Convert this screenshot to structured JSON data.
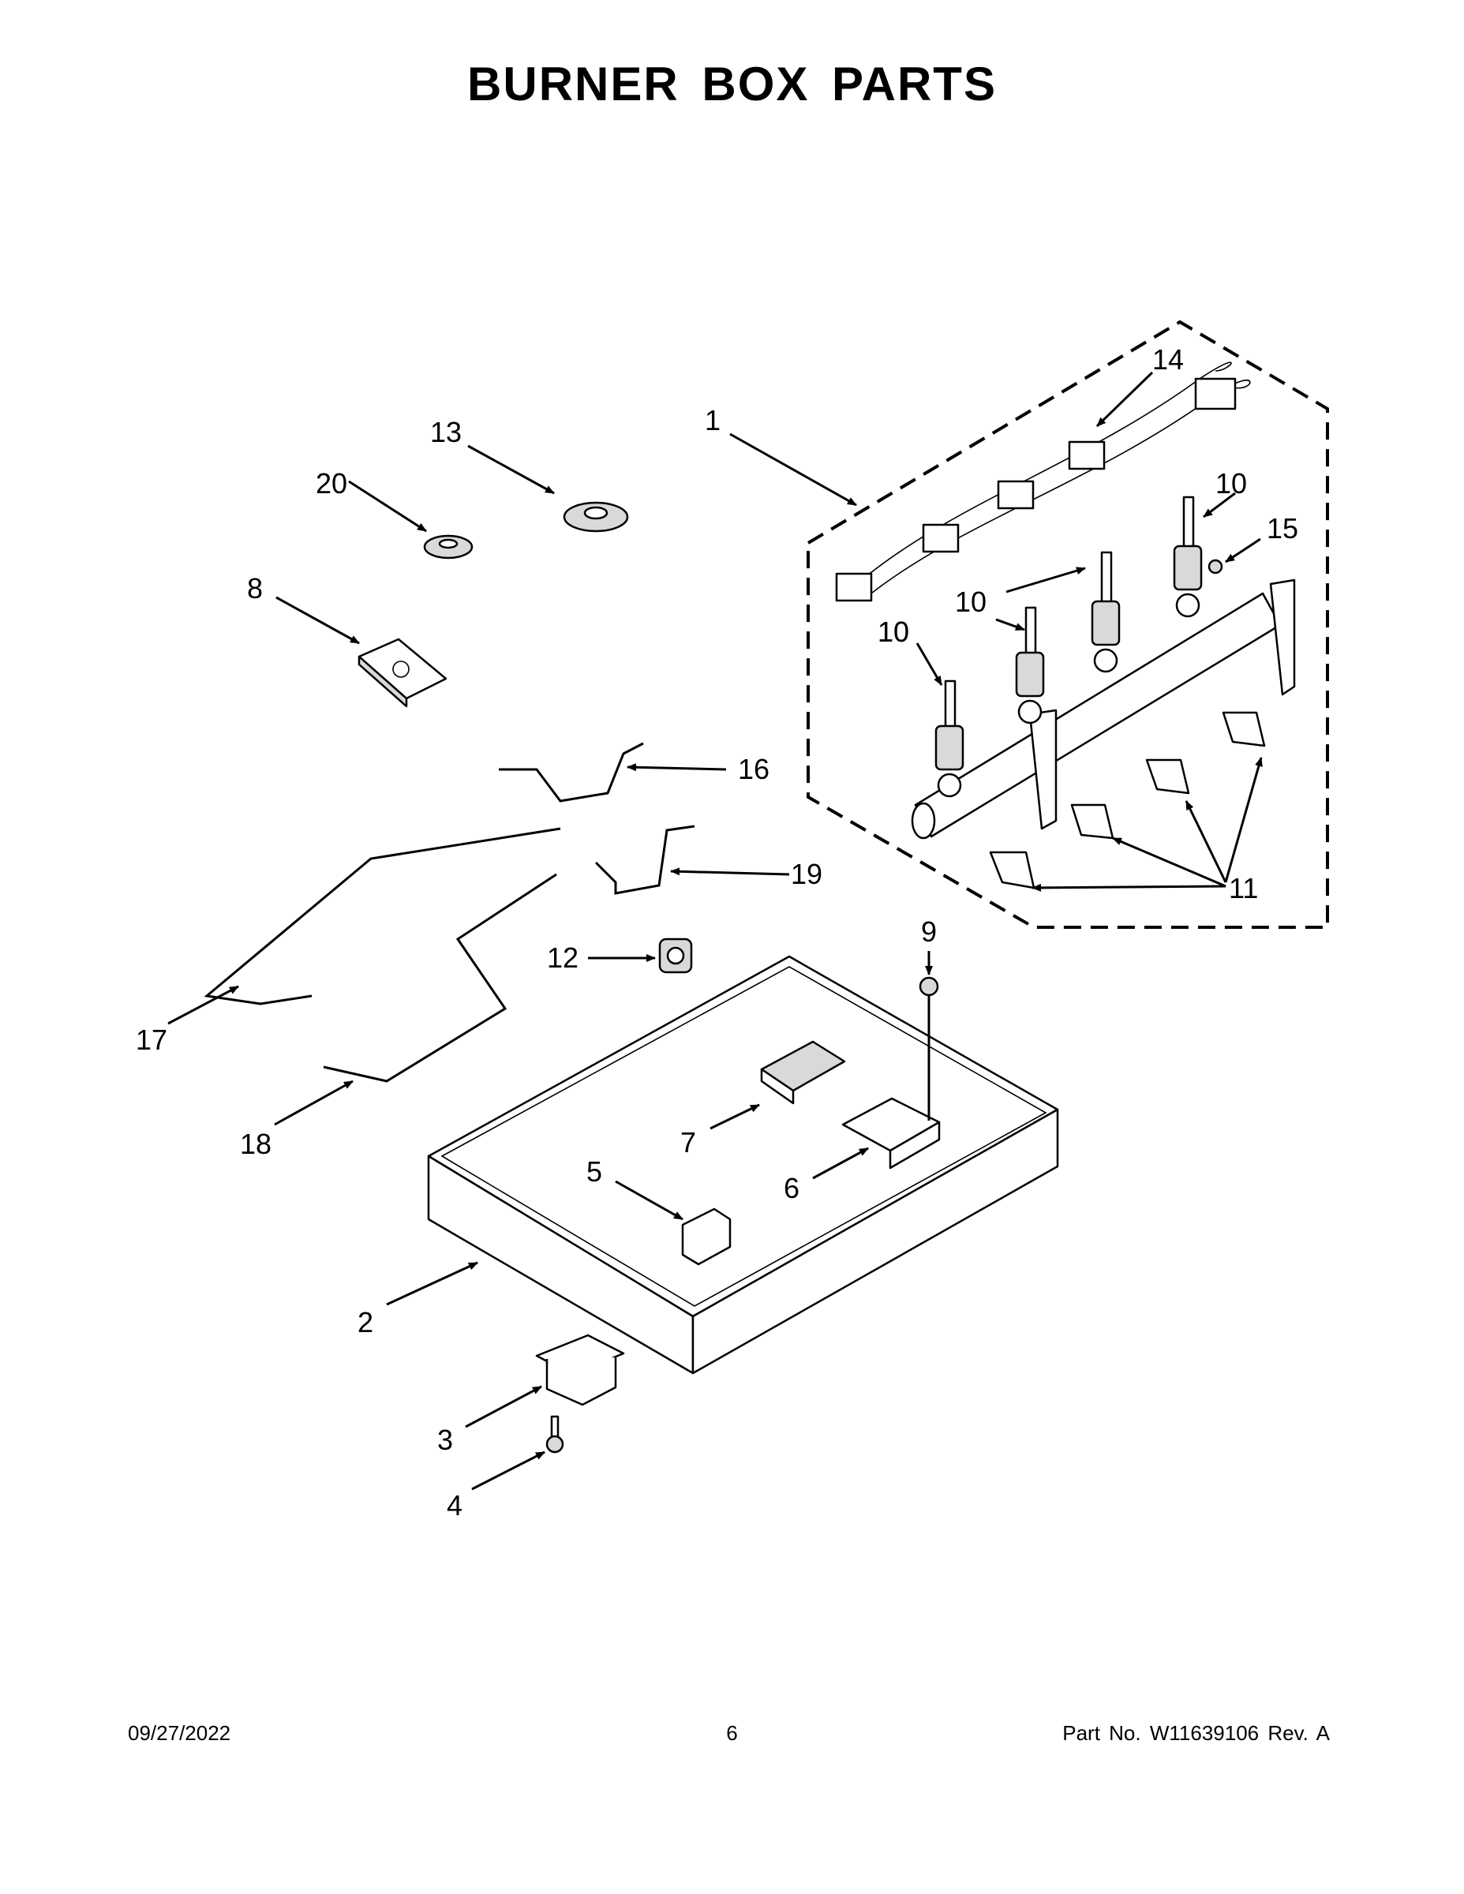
{
  "page": {
    "title": "BURNER BOX PARTS",
    "footer": {
      "date": "09/27/2022",
      "page_number": "6",
      "part_info": "Part No.  W11639106  Rev.  A"
    }
  },
  "callouts": [
    "1",
    "2",
    "3",
    "4",
    "5",
    "6",
    "7",
    "8",
    "9",
    "10",
    "10",
    "10",
    "10",
    "11",
    "12",
    "13",
    "14",
    "15",
    "16",
    "17",
    "18",
    "19",
    "20"
  ]
}
